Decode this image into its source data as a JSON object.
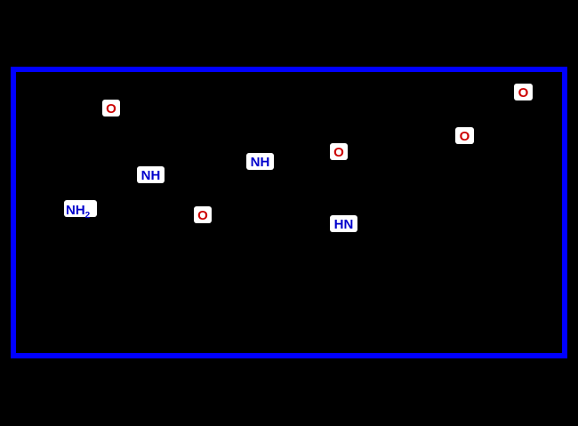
{
  "colors": {
    "background": "#000000",
    "frame": "#0000ff",
    "oxygen": "#cc0000",
    "nitrogen": "#0000cc",
    "label_bg": "#ffffff"
  },
  "molecule": {
    "atoms": {
      "amine": {
        "main": "NH",
        "sub": "2",
        "element": "N"
      },
      "amide_nh_1": {
        "text": "NH",
        "element": "N"
      },
      "amide_nh_2": {
        "text": "NH",
        "element": "N"
      },
      "amide_hn": {
        "text": "HN",
        "element": "N"
      },
      "oxygen_1": {
        "text": "O",
        "element": "O"
      },
      "oxygen_2": {
        "text": "O",
        "element": "O"
      },
      "oxygen_3": {
        "text": "O",
        "element": "O"
      },
      "oxygen_4": {
        "text": "O",
        "element": "O"
      },
      "oxygen_5": {
        "text": "O",
        "element": "O"
      }
    }
  }
}
